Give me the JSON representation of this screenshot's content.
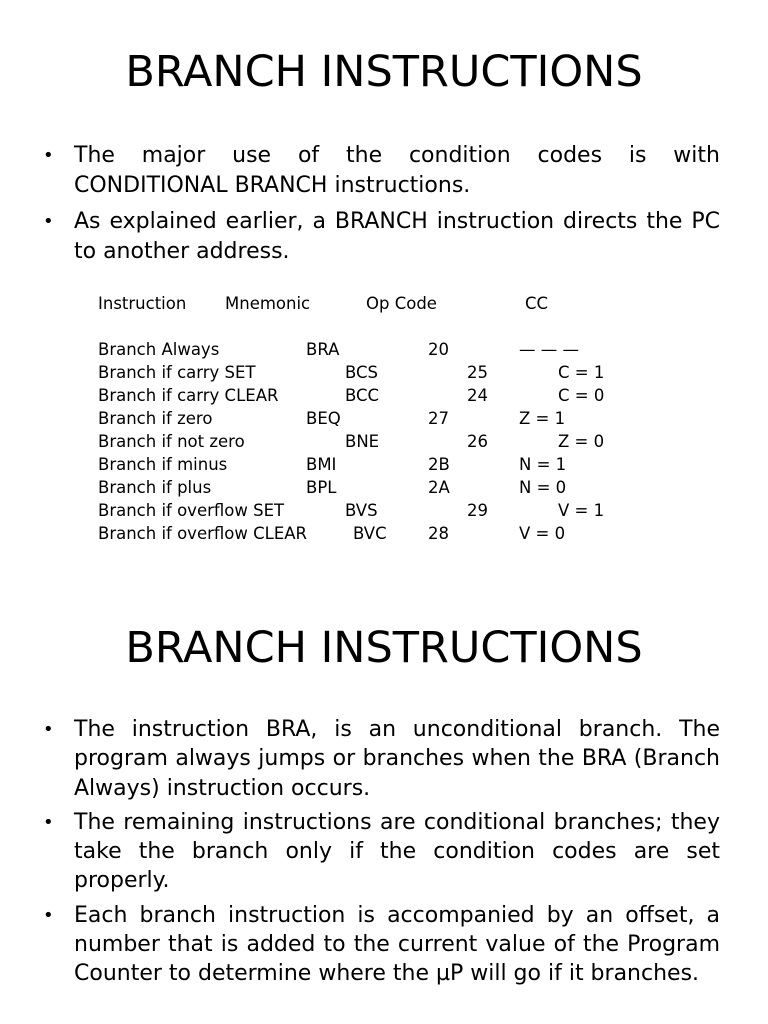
{
  "slide1": {
    "title": "BRANCH INSTRUCTIONS",
    "bullets": [
      "The major use of the condition codes is with CONDITIONAL BRANCH instructions.",
      "As explained earlier, a BRANCH instruction directs the PC to another address."
    ],
    "table": {
      "headers": {
        "instruction": "Instruction",
        "mnemonic": "Mnemonic",
        "opcode": "Op Code",
        "cc": "CC"
      },
      "rows": [
        {
          "instruction": "Branch Always",
          "mnemonic": "BRA",
          "opcode": "20",
          "cc": "— — —",
          "offset": false
        },
        {
          "instruction": "Branch if carry SET",
          "mnemonic": "BCS",
          "opcode": "25",
          "cc": "C = 1",
          "offset": true
        },
        {
          "instruction": "Branch if carry CLEAR",
          "mnemonic": "BCC",
          "opcode": "24",
          "cc": "C = 0",
          "offset": true
        },
        {
          "instruction": "Branch if zero",
          "mnemonic": "BEQ",
          "opcode": "27",
          "cc": "Z = 1",
          "offset": false
        },
        {
          "instruction": "Branch if not zero",
          "mnemonic": "BNE",
          "opcode": "26",
          "cc": "Z = 0",
          "offset": true
        },
        {
          "instruction": "Branch if minus",
          "mnemonic": "BMI",
          "opcode": "2B",
          "cc": "N = 1",
          "offset": false
        },
        {
          "instruction": "Branch if plus",
          "mnemonic": "BPL",
          "opcode": "2A",
          "cc": "N = 0",
          "offset": false
        },
        {
          "instruction": "Branch if overflow SET",
          "mnemonic": "BVS",
          "opcode": "29",
          "cc": "V = 1",
          "offset": true
        },
        {
          "instruction": "Branch if overflow CLEAR",
          "mnemonic": "BVC",
          "opcode": "28",
          "cc": "V = 0",
          "offset": false
        }
      ]
    }
  },
  "slide2": {
    "title": "BRANCH INSTRUCTIONS",
    "bullets": [
      "The instruction BRA, is an unconditional branch. The program always jumps or branches when the BRA (Branch Always) instruction occurs.",
      "The remaining instructions are conditional branches; they take the branch only if the condition codes are set properly.",
      "Each branch instruction is accompanied by an offset, a number that is added to the current value of the Program Counter to determine where the µP will go if it branches."
    ]
  },
  "bullet_symbol": "•"
}
